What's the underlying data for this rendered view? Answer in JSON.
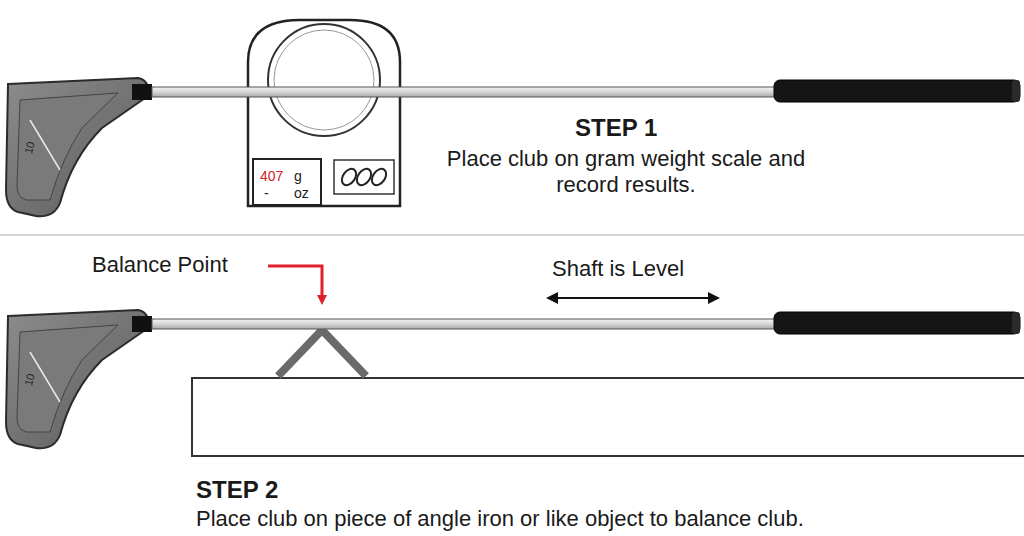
{
  "diagram": {
    "nodes": [
      {
        "text": [
          "407",
          "g",
          "-",
          "oz"
        ]
      }
    ],
    "labels": [
      "STEP 1",
      "Place club on gram weight scale and record results.",
      "Balance Point",
      "Shaft is Level",
      "STEP 2",
      "Place club on piece of angle iron or like object to balance club.",
      "10",
      "10"
    ]
  }
}
